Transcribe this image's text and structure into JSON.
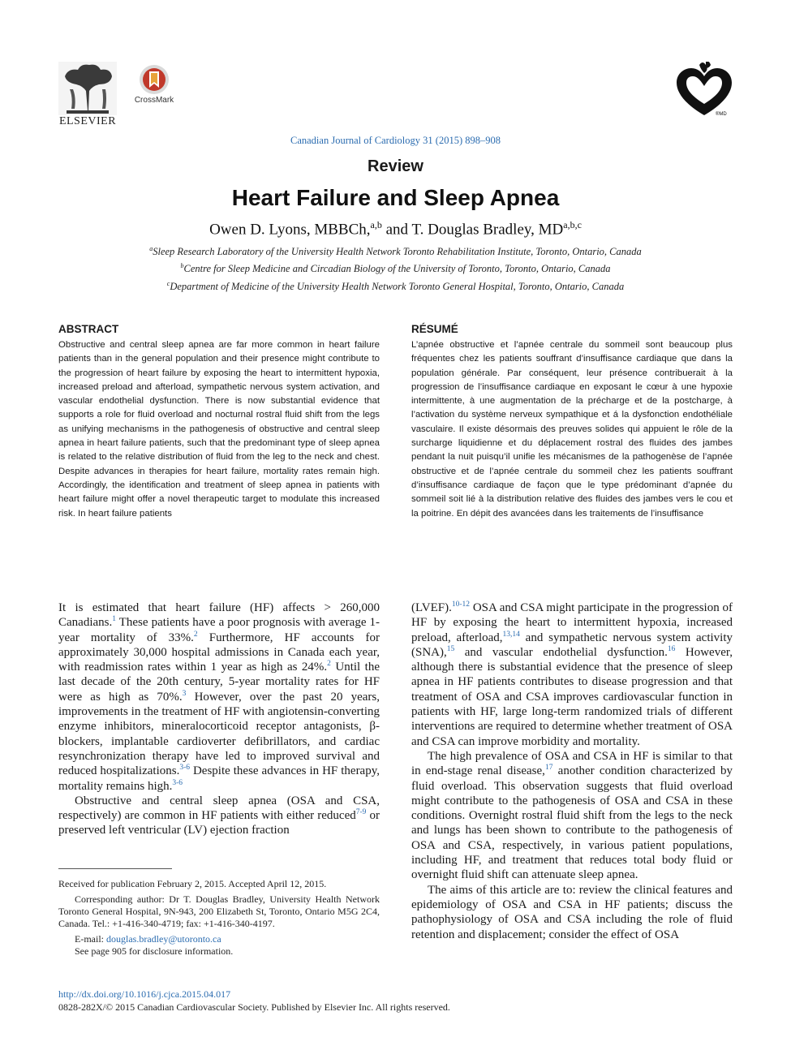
{
  "header": {
    "publisher_logo_text": "ELSEVIER",
    "crossmark_label": "CrossMark",
    "society_mark_text": "®MD",
    "journal_line": "Canadian Journal of Cardiology 31 (2015) 898–908"
  },
  "article": {
    "section": "Review",
    "title": "Heart Failure and Sleep Apnea",
    "authors": [
      {
        "name": "Owen D. Lyons, MBBCh,",
        "sup": "a,b"
      },
      {
        "name": "T. Douglas Bradley, MD",
        "sup": "a,b,c"
      }
    ],
    "authors_joiner": " and ",
    "affiliations": [
      {
        "mark": "a",
        "text": "Sleep Research Laboratory of the University Health Network Toronto Rehabilitation Institute, Toronto, Ontario, Canada"
      },
      {
        "mark": "b",
        "text": "Centre for Sleep Medicine and Circadian Biology of the University of Toronto, Toronto, Ontario, Canada"
      },
      {
        "mark": "c",
        "text": "Department of Medicine of the University Health Network Toronto General Hospital, Toronto, Ontario, Canada"
      }
    ]
  },
  "abstract": {
    "heading": "ABSTRACT",
    "text": "Obstructive and central sleep apnea are far more common in heart failure patients than in the general population and their presence might contribute to the progression of heart failure by exposing the heart to intermittent hypoxia, increased preload and afterload, sympathetic nervous system activation, and vascular endothelial dysfunction. There is now substantial evidence that supports a role for fluid overload and nocturnal rostral fluid shift from the legs as unifying mechanisms in the pathogenesis of obstructive and central sleep apnea in heart failure patients, such that the predominant type of sleep apnea is related to the relative distribution of fluid from the leg to the neck and chest. Despite advances in therapies for heart failure, mortality rates remain high. Accordingly, the identification and treatment of sleep apnea in patients with heart failure might offer a novel therapeutic target to modulate this increased risk. In heart failure patients"
  },
  "resume": {
    "heading": "RÉSUMÉ",
    "text": "L’apnée obstructive et l’apnée centrale du sommeil sont beaucoup plus fréquentes chez les patients souffrant d’insuffisance cardiaque que dans la population générale. Par conséquent, leur présence contribuerait à la progression de l’insuffisance cardiaque en exposant le cœur à une hypoxie intermittente, à une augmentation de la précharge et de la postcharge, à l’activation du système nerveux sympathique et á la dysfonction endothéliale vasculaire. Il existe désormais des preuves solides qui appuient le rôle de la surcharge liquidienne et du déplacement rostral des fluides des jambes pendant la nuit puisqu’il unifie les mécanismes de la pathogenèse de l’apnée obstructive et de l’apnée centrale du sommeil chez les patients souffrant d’insuffisance cardiaque de façon que le type prédominant d’apnée du sommeil soit lié à la distribution relative des fluides des jambes vers le cou et la poitrine. En dépit des avancées dans les traitements de l’insuffisance"
  },
  "body_left": {
    "p1": [
      {
        "t": "It is estimated that heart failure (HF) affects > 260,000 Canadians."
      },
      {
        "s": "1"
      },
      {
        "t": " These patients have a poor prognosis with average 1-year mortality of 33%."
      },
      {
        "s": "2"
      },
      {
        "t": " Furthermore, HF accounts for approximately 30,000 hospital admissions in Canada each year, with readmission rates within 1 year as high as 24%."
      },
      {
        "s": "2"
      },
      {
        "t": " Until the last decade of the 20th century, 5-year mortality rates for HF were as high as 70%."
      },
      {
        "s": "3"
      },
      {
        "t": " However, over the past 20 years, improvements in the treatment of HF with angiotensin-converting enzyme inhibitors, mineralocorticoid receptor antagonists, β-blockers, implantable cardioverter defibrillators, and cardiac resynchronization therapy have led to improved survival and reduced hospitalizations."
      },
      {
        "s": "3-6"
      },
      {
        "t": " Despite these advances in HF therapy, mortality remains high."
      },
      {
        "s": "3-6"
      }
    ],
    "p2": [
      {
        "t": "Obstructive and central sleep apnea (OSA and CSA, respectively) are common in HF patients with either reduced"
      },
      {
        "s": "7-9"
      },
      {
        "t": " or preserved left ventricular (LV) ejection fraction"
      }
    ]
  },
  "body_right": {
    "p1": [
      {
        "t": "(LVEF)."
      },
      {
        "s": "10-12"
      },
      {
        "t": " OSA and CSA might participate in the progression of HF by exposing the heart to intermittent hypoxia, increased preload, afterload,"
      },
      {
        "s": "13,14"
      },
      {
        "t": " and sympathetic nervous system activity (SNA),"
      },
      {
        "s": "15"
      },
      {
        "t": " and vascular endothelial dysfunction."
      },
      {
        "s": "16"
      },
      {
        "t": " However, although there is substantial evidence that the presence of sleep apnea in HF patients contributes to disease progression and that treatment of OSA and CSA improves cardiovascular function in patients with HF, large long-term randomized trials of different interventions are required to determine whether treatment of OSA and CSA can improve morbidity and mortality."
      }
    ],
    "p2": [
      {
        "t": "The high prevalence of OSA and CSA in HF is similar to that in end-stage renal disease,"
      },
      {
        "s": "17"
      },
      {
        "t": " another condition characterized by fluid overload. This observation suggests that fluid overload might contribute to the pathogenesis of OSA and CSA in these conditions. Overnight rostral fluid shift from the legs to the neck and lungs has been shown to contribute to the pathogenesis of OSA and CSA, respectively, in various patient populations, including HF, and treatment that reduces total body fluid or overnight fluid shift can attenuate sleep apnea."
      }
    ],
    "p3": [
      {
        "t": "The aims of this article are to: review the clinical features and epidemiology of OSA and CSA in HF patients; discuss the pathophysiology of OSA and CSA including the role of fluid retention and displacement; consider the effect of OSA"
      }
    ]
  },
  "footnotes": {
    "received": "Received for publication February 2, 2015. Accepted April 12, 2015.",
    "corresponding": "Corresponding author: Dr T. Douglas Bradley, University Health Network Toronto General Hospital, 9N-943, 200 Elizabeth St, Toronto, Ontario M5G 2C4, Canada. Tel.: +1-416-340-4719; fax: +1-416-340-4197.",
    "email_label": "E-mail: ",
    "email": "douglas.bradley@utoronto.ca",
    "disclosure": "See page 905 for disclosure information."
  },
  "footer": {
    "doi": "http://dx.doi.org/10.1016/j.cjca.2015.04.017",
    "copyright": "0828-282X/© 2015 Canadian Cardiovascular Society. Published by Elsevier Inc. All rights reserved."
  },
  "colors": {
    "link_blue": "#2b6cb0",
    "crossmark_red": "#c0392b",
    "text": "#1a1a1a"
  }
}
